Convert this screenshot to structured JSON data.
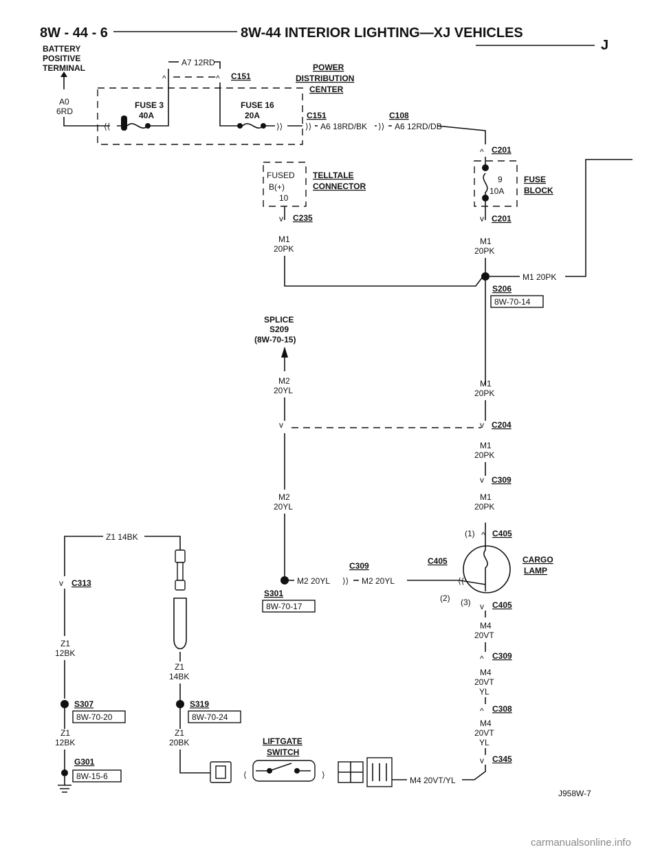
{
  "header": {
    "page_number": "8W - 44 - 6",
    "title": "8W-44 INTERIOR LIGHTING—XJ VEHICLES",
    "letter": "J"
  },
  "labels": {
    "battery": [
      "BATTERY",
      "POSITIVE",
      "TERMINAL"
    ],
    "a7_wire": "A7 12RD",
    "c151_a": "C151",
    "pdc": [
      "POWER",
      "DISTRIBUTION",
      "CENTER"
    ],
    "a0": "A0",
    "rd6": "6RD",
    "fuse3": [
      "FUSE 3",
      "40A"
    ],
    "fuse16": [
      "FUSE 16",
      "20A"
    ],
    "c151_b": "C151",
    "c108": "C108",
    "a6_18": "A6 18RD/BK",
    "a6_12": "A6 12RD/DB",
    "c201_top": "C201",
    "fused_b": [
      "FUSED",
      "B(+)",
      "10"
    ],
    "telltale": [
      "TELLTALE",
      "CONNECTOR"
    ],
    "fuse9": [
      "9",
      "10A"
    ],
    "fuse_block": [
      "FUSE",
      "BLOCK"
    ],
    "c235": "C235",
    "c201_bot": "C201",
    "m1_a": "M1",
    "pk20_a": "20PK",
    "m1_b": "M1",
    "pk20_b": "20PK",
    "m1_20pk_right": "M1 20PK",
    "s206": "S206",
    "ref_8w_70_14": "8W-70-14",
    "splice": [
      "SPLICE",
      "S209",
      "(8W-70-15)"
    ],
    "m2_a": "M2",
    "yl20_a": "20YL",
    "m1_c": "M1",
    "pk20_c": "20PK",
    "c204": "C204",
    "m1_d": "M1",
    "pk20_d": "20PK",
    "c309_a": "C309",
    "m2_b": "M2",
    "yl20_b": "20YL",
    "m1_e": "M1",
    "pk20_e": "20PK",
    "z1_14bk_top": "Z1 14BK",
    "pin1": "(1)",
    "c405_a": "C405",
    "c405_b": "C405",
    "cargo_lamp": [
      "CARGO",
      "LAMP"
    ],
    "c309_b": "C309",
    "c313": "C313",
    "m2_20yl_a": "M2 20YL",
    "m2_20yl_b": "M2 20YL",
    "s301": "S301",
    "ref_8w_70_17": "8W-70-17",
    "pin2": "(2)",
    "pin3": "(3)",
    "c405_c": "C405",
    "m4_a": "M4",
    "vt20_a": "20VT",
    "z1_a": "Z1",
    "bk12_a": "12BK",
    "c309_c": "C309",
    "z1_b": "Z1",
    "bk14_b": "14BK",
    "m4_b": "M4",
    "vt20_b": "20VT",
    "yl_b": "YL",
    "s307": "S307",
    "ref_8w_70_20": "8W-70-20",
    "s319": "S319",
    "ref_8w_70_24": "8W-70-24",
    "c308": "C308",
    "m4_c": "M4",
    "vt20_c": "20VT",
    "yl_c": "YL",
    "z1_c": "Z1",
    "bk12_c": "12BK",
    "z1_d": "Z1",
    "bk20_d": "20BK",
    "liftgate": [
      "LIFTGATE",
      "SWITCH"
    ],
    "c345": "C345",
    "g301": "G301",
    "ref_8w_15_6": "8W-15-6",
    "m4_20vtyl": "M4 20VT/YL",
    "fig_id": "J958W-7"
  },
  "watermark": "carmanualsonline.info"
}
